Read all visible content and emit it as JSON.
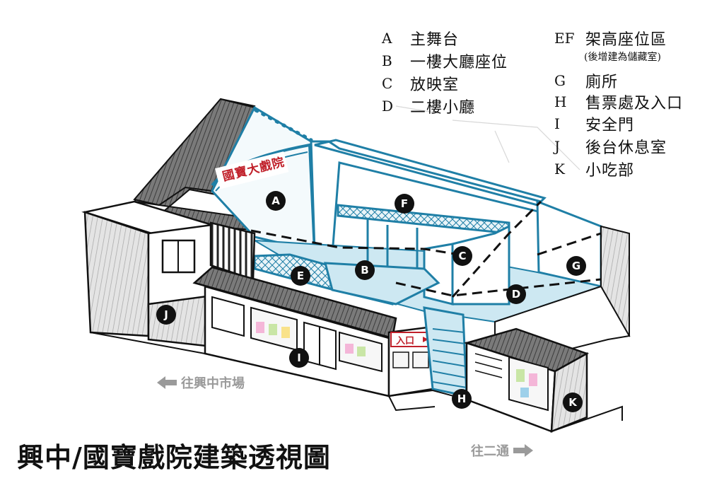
{
  "title": "興中/國寶戲院建築透視圖",
  "legend": [
    {
      "key": "A",
      "label": "主舞台"
    },
    {
      "key": "B",
      "label": "一樓大廳座位"
    },
    {
      "key": "C",
      "label": "放映室"
    },
    {
      "key": "D",
      "label": "二樓小廳"
    },
    {
      "key": "EF",
      "label": "架高座位區",
      "note": "(後增建為儲藏室)"
    },
    {
      "key": "G",
      "label": "廁所"
    },
    {
      "key": "H",
      "label": "售票處及入口"
    },
    {
      "key": "I",
      "label": "安全門"
    },
    {
      "key": "J",
      "label": "後台休息室"
    },
    {
      "key": "K",
      "label": "小吃部"
    }
  ],
  "markers": [
    "A",
    "B",
    "C",
    "D",
    "E",
    "F",
    "G",
    "H",
    "I",
    "J",
    "K"
  ],
  "signs": {
    "stage_banner": "國寶大戲院",
    "entrance_sign": "入口"
  },
  "directions": {
    "left": "往興中市場",
    "right": "往二通"
  },
  "colors": {
    "blue_line": "#1f7fa6",
    "blue_fill": "#cde8f2",
    "roof_dark": "#5a5a5a",
    "sign_red": "#c0202a"
  }
}
